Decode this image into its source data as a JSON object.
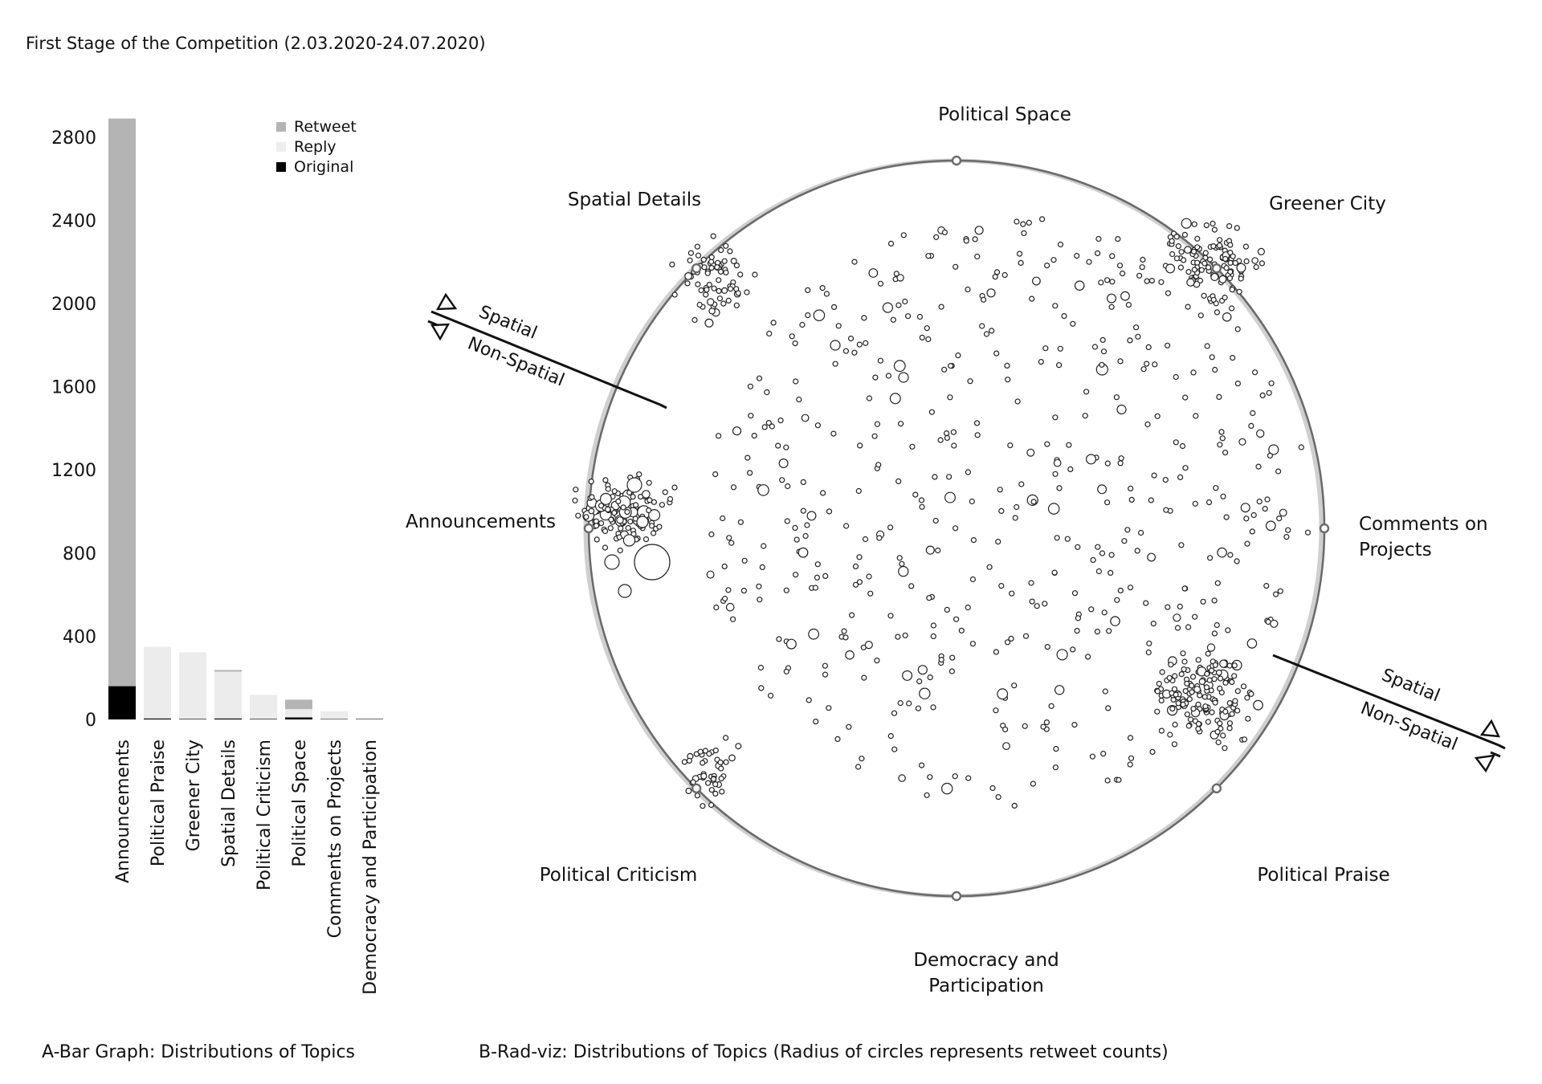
{
  "page": {
    "title": "First Stage of the Competition (2.03.2020-24.07.2020)",
    "caption_a": "A-Bar Graph: Distributions of Topics",
    "caption_b": "B-Rad-viz: Distributions of Topics (Radius of circles represents retweet counts)"
  },
  "chart_data": [
    {
      "type": "bar",
      "stacked": true,
      "title": "",
      "xlabel": "",
      "ylabel": "",
      "ylim": [
        0,
        2900
      ],
      "yticks": [
        0,
        400,
        800,
        1200,
        1600,
        2000,
        2400,
        2800
      ],
      "categories": [
        "Announcements",
        "Political Praise",
        "Greener City",
        "Spatial Details",
        "Political Criticism",
        "Political Space",
        "Comments on Projects",
        "Democracy and Participation"
      ],
      "series": [
        {
          "name": "Original",
          "color": "#000000",
          "values": [
            160,
            5,
            3,
            5,
            3,
            10,
            2,
            2
          ]
        },
        {
          "name": "Reply",
          "color": "#ececec",
          "values": [
            0,
            345,
            320,
            225,
            115,
            40,
            38,
            6
          ]
        },
        {
          "name": "Retweet",
          "color": "#b4b4b4",
          "values": [
            2730,
            0,
            0,
            8,
            0,
            45,
            0,
            0
          ]
        }
      ],
      "legend_order": [
        "Retweet",
        "Reply",
        "Original"
      ],
      "legend_position": "top-right",
      "grid": false
    },
    {
      "type": "scatter",
      "subtype": "radviz",
      "anchors": [
        {
          "label": "Political Space",
          "lines": [
            "Political Space"
          ]
        },
        {
          "label": "Greener City",
          "lines": [
            "Greener City"
          ]
        },
        {
          "label": "Comments on Projects",
          "lines": [
            "Comments on",
            "Projects"
          ]
        },
        {
          "label": "Political Praise",
          "lines": [
            "Political Praise"
          ]
        },
        {
          "label": "Democracy and Participation",
          "lines": [
            "Democracy and",
            "Participation"
          ]
        },
        {
          "label": "Political Criticism",
          "lines": [
            "Political Criticism"
          ]
        },
        {
          "label": "Announcements",
          "lines": [
            "Announcements"
          ]
        },
        {
          "label": "Spatial Details",
          "lines": [
            "Spatial Details"
          ]
        }
      ],
      "divider_labels": {
        "upper": "Spatial",
        "lower": "Non-Spatial"
      },
      "point_radius_meaning": "retweet counts",
      "grid": false
    }
  ]
}
